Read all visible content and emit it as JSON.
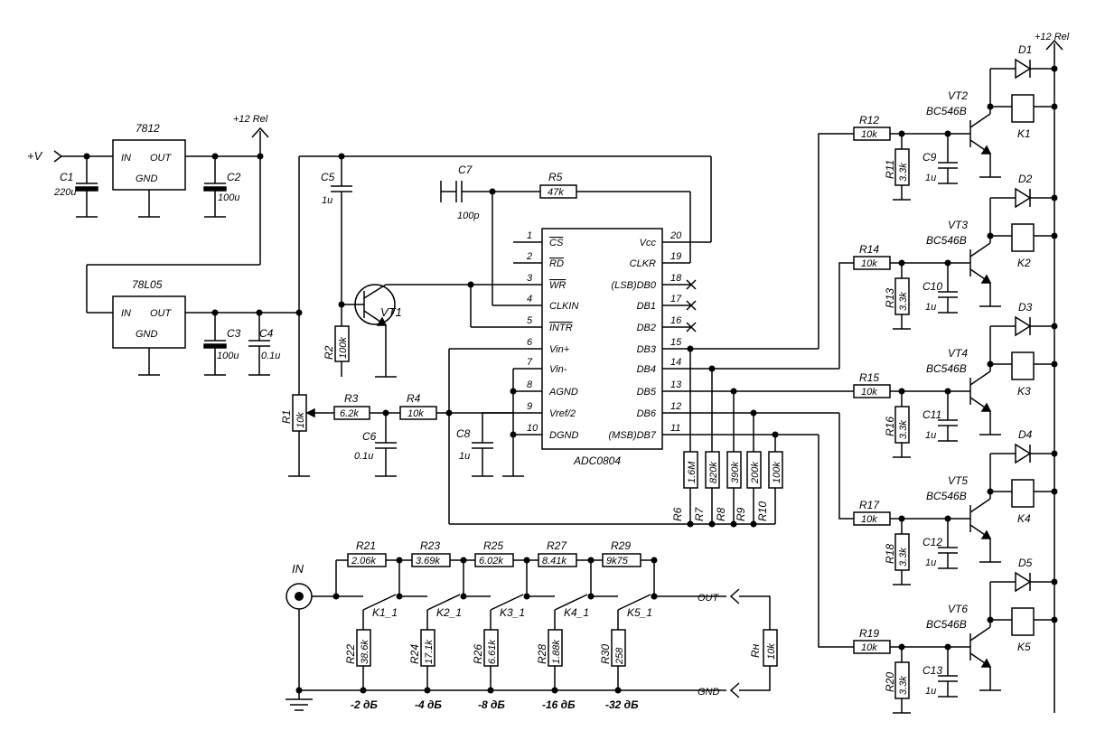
{
  "power": {
    "vplus": "+V",
    "rel_top": "+12 Rel",
    "rel_right": "+12 Rel"
  },
  "regulators": [
    {
      "name": "7812",
      "in": "IN",
      "out": "OUT",
      "gnd": "GND"
    },
    {
      "name": "78L05",
      "in": "IN",
      "out": "OUT",
      "gnd": "GND"
    }
  ],
  "adc": {
    "name": "ADC0804",
    "left_pins": [
      {
        "num": "1",
        "label": "CS"
      },
      {
        "num": "2",
        "label": "RD"
      },
      {
        "num": "3",
        "label": "WR"
      },
      {
        "num": "4",
        "label": "CLKIN"
      },
      {
        "num": "5",
        "label": "INTR"
      },
      {
        "num": "6",
        "label": "Vin+"
      },
      {
        "num": "7",
        "label": "Vin-"
      },
      {
        "num": "8",
        "label": "AGND"
      },
      {
        "num": "9",
        "label": "Vref/2"
      },
      {
        "num": "10",
        "label": "DGND"
      }
    ],
    "right_pins": [
      {
        "num": "20",
        "label": "Vcc"
      },
      {
        "num": "19",
        "label": "CLKR"
      },
      {
        "num": "18",
        "label": "(LSB)DB0"
      },
      {
        "num": "17",
        "label": "DB1"
      },
      {
        "num": "16",
        "label": "DB2"
      },
      {
        "num": "15",
        "label": "DB3"
      },
      {
        "num": "14",
        "label": "DB4"
      },
      {
        "num": "13",
        "label": "DB5"
      },
      {
        "num": "12",
        "label": "DB6"
      },
      {
        "num": "11",
        "label": "(MSB)DB7"
      }
    ]
  },
  "components": {
    "c1": {
      "name": "C1",
      "value": "220u"
    },
    "c2": {
      "name": "C2",
      "value": "100u"
    },
    "c3": {
      "name": "C3",
      "value": "100u"
    },
    "c4": {
      "name": "C4",
      "value": "0.1u"
    },
    "c5": {
      "name": "C5",
      "value": "1u"
    },
    "c6": {
      "name": "C6",
      "value": "0.1u"
    },
    "c7": {
      "name": "C7",
      "value": "100p"
    },
    "c8": {
      "name": "C8",
      "value": "1u"
    },
    "r1": {
      "name": "R1",
      "value": "10k"
    },
    "r2": {
      "name": "R2",
      "value": "100k"
    },
    "r3": {
      "name": "R3",
      "value": "6.2k"
    },
    "r4": {
      "name": "R4",
      "value": "10k"
    },
    "r5": {
      "name": "R5",
      "value": "47k"
    },
    "vt1": {
      "name": "VT1"
    },
    "ladder": [
      {
        "name": "R6",
        "value": "1.6M"
      },
      {
        "name": "R7",
        "value": "820k"
      },
      {
        "name": "R8",
        "value": "390k"
      },
      {
        "name": "R9",
        "value": "200k"
      },
      {
        "name": "R10",
        "value": "100k"
      }
    ]
  },
  "drivers": [
    {
      "rb": "R11",
      "rb_val": "3.3k",
      "rs": "R12",
      "rs_val": "10k",
      "c": "C9",
      "c_val": "1u",
      "vt": "VT2",
      "model": "BC546B",
      "d": "D1",
      "k": "K1"
    },
    {
      "rb": "R13",
      "rb_val": "3.3k",
      "rs": "R14",
      "rs_val": "10k",
      "c": "C10",
      "c_val": "1u",
      "vt": "VT3",
      "model": "BC546B",
      "d": "D2",
      "k": "K2"
    },
    {
      "rb": "R16",
      "rb_val": "3.3k",
      "rs": "R15",
      "rs_val": "10k",
      "c": "C11",
      "c_val": "1u",
      "vt": "VT4",
      "model": "BC546B",
      "d": "D3",
      "k": "K3"
    },
    {
      "rb": "R18",
      "rb_val": "3.3k",
      "rs": "R17",
      "rs_val": "10k",
      "c": "C12",
      "c_val": "1u",
      "vt": "VT5",
      "model": "BC546B",
      "d": "D4",
      "k": "K4"
    },
    {
      "rb": "R20",
      "rb_val": "3.3k",
      "rs": "R19",
      "rs_val": "10k",
      "c": "C13",
      "c_val": "1u",
      "vt": "VT6",
      "model": "BC546B",
      "d": "D5",
      "k": "K5"
    }
  ],
  "attenuator": {
    "in": "IN",
    "out": "OUT",
    "gnd": "GND",
    "load_name": "Rн",
    "load_value": "10k",
    "stages": [
      {
        "series": "R21",
        "series_val": "2.06k",
        "shunt": "R22",
        "shunt_val": "38.6k",
        "switch": "K1_1",
        "db": "-2 дБ"
      },
      {
        "series": "R23",
        "series_val": "3.69k",
        "shunt": "R24",
        "shunt_val": "17.1k",
        "switch": "K2_1",
        "db": "-4 дБ"
      },
      {
        "series": "R25",
        "series_val": "6.02k",
        "shunt": "R26",
        "shunt_val": "6.61k",
        "switch": "K3_1",
        "db": "-8 дБ"
      },
      {
        "series": "R27",
        "series_val": "8.41k",
        "shunt": "R28",
        "shunt_val": "1.88k",
        "switch": "K4_1",
        "db": "-16 дБ"
      },
      {
        "series": "R29",
        "series_val": "9k75",
        "shunt": "R30",
        "shunt_val": "258",
        "switch": "K5_1",
        "db": "-32 дБ"
      }
    ]
  }
}
